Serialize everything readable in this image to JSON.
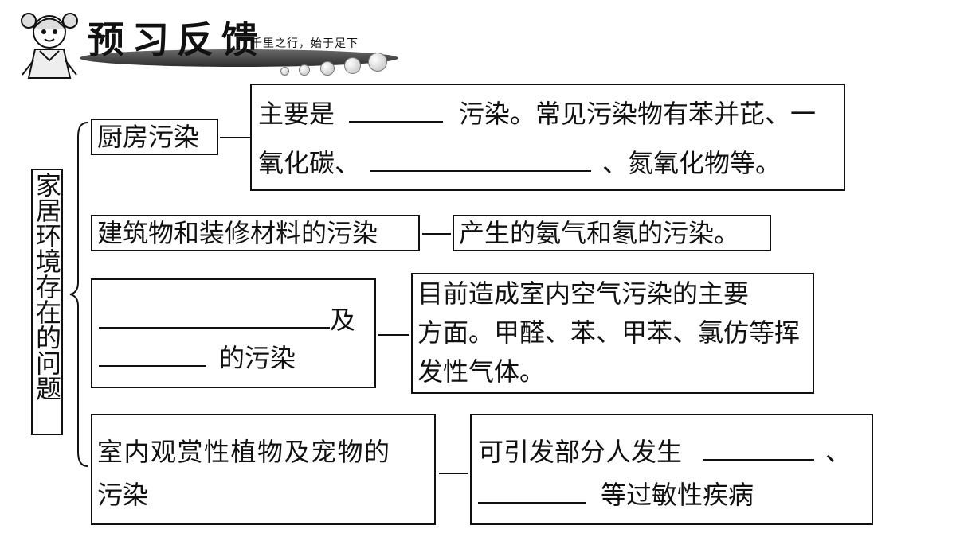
{
  "header": {
    "title": "预习反馈",
    "motto": "千里之行，始于足下"
  },
  "main_title": "家居环境存在的问题",
  "rows": [
    {
      "label": "厨房污染",
      "desc_line1_a": "主要是",
      "desc_line1_b": "污染。常见污染物有苯并芘、一",
      "desc_line2_a": "氧化碳、",
      "desc_line2_b": "、氮氧化物等。"
    },
    {
      "label": "建筑物和装修材料的污染",
      "desc": "产生的氨气和氡的污染。"
    },
    {
      "label_a": "及",
      "label_b": "的污染",
      "desc_line1": "目前造成室内空气污染的主要",
      "desc_line2": "方面。甲醛、苯、甲苯、氯仿等挥",
      "desc_line3": "发性气体。"
    },
    {
      "label_line1": "室内观赏性植物及宠物的",
      "label_line2": "污染",
      "desc_line1": "可引发部分人发生",
      "desc_line1_end": "、",
      "desc_line2": "等过敏性疾病"
    }
  ]
}
